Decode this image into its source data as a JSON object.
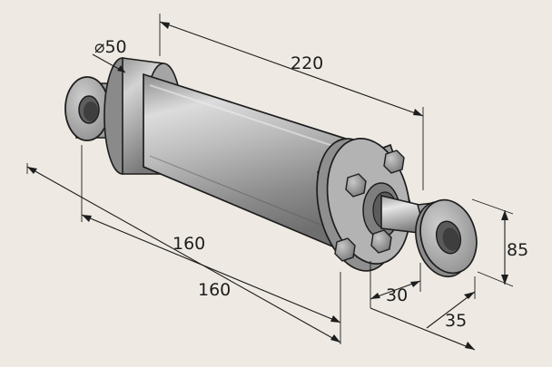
{
  "dimensions": {
    "bore_diameter": "⌀50",
    "overall_length": "220",
    "length_upper": "160",
    "length_lower": "160",
    "rod_end_width": "30",
    "rod_end_offset": "35",
    "rod_end_height": "85"
  },
  "colors": {
    "background": "#eeeae3",
    "body_metal": "#a9a9a9",
    "outline": "#1d1d1d",
    "bolt": "#8c8c8c"
  }
}
